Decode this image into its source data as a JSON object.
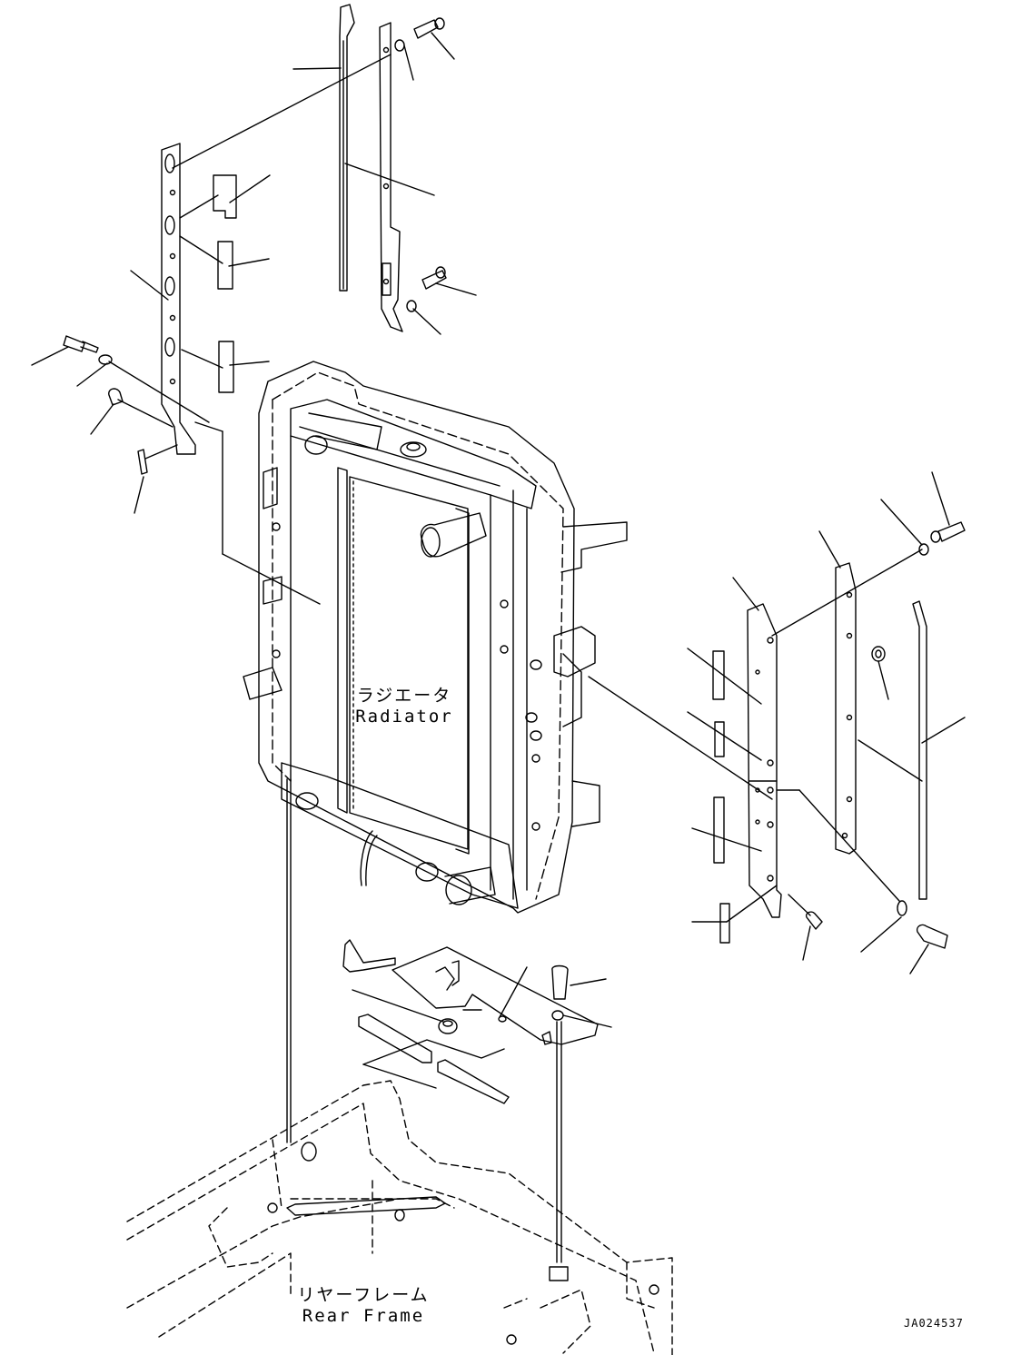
{
  "labels": {
    "radiator_jp": "ラジエータ",
    "radiator_en": "Radiator",
    "rear_frame_jp": "リヤーフレーム",
    "rear_frame_en": "Rear Frame",
    "drawing_id": "JA024537"
  },
  "colors": {
    "line": "#000000",
    "background": "#ffffff"
  }
}
